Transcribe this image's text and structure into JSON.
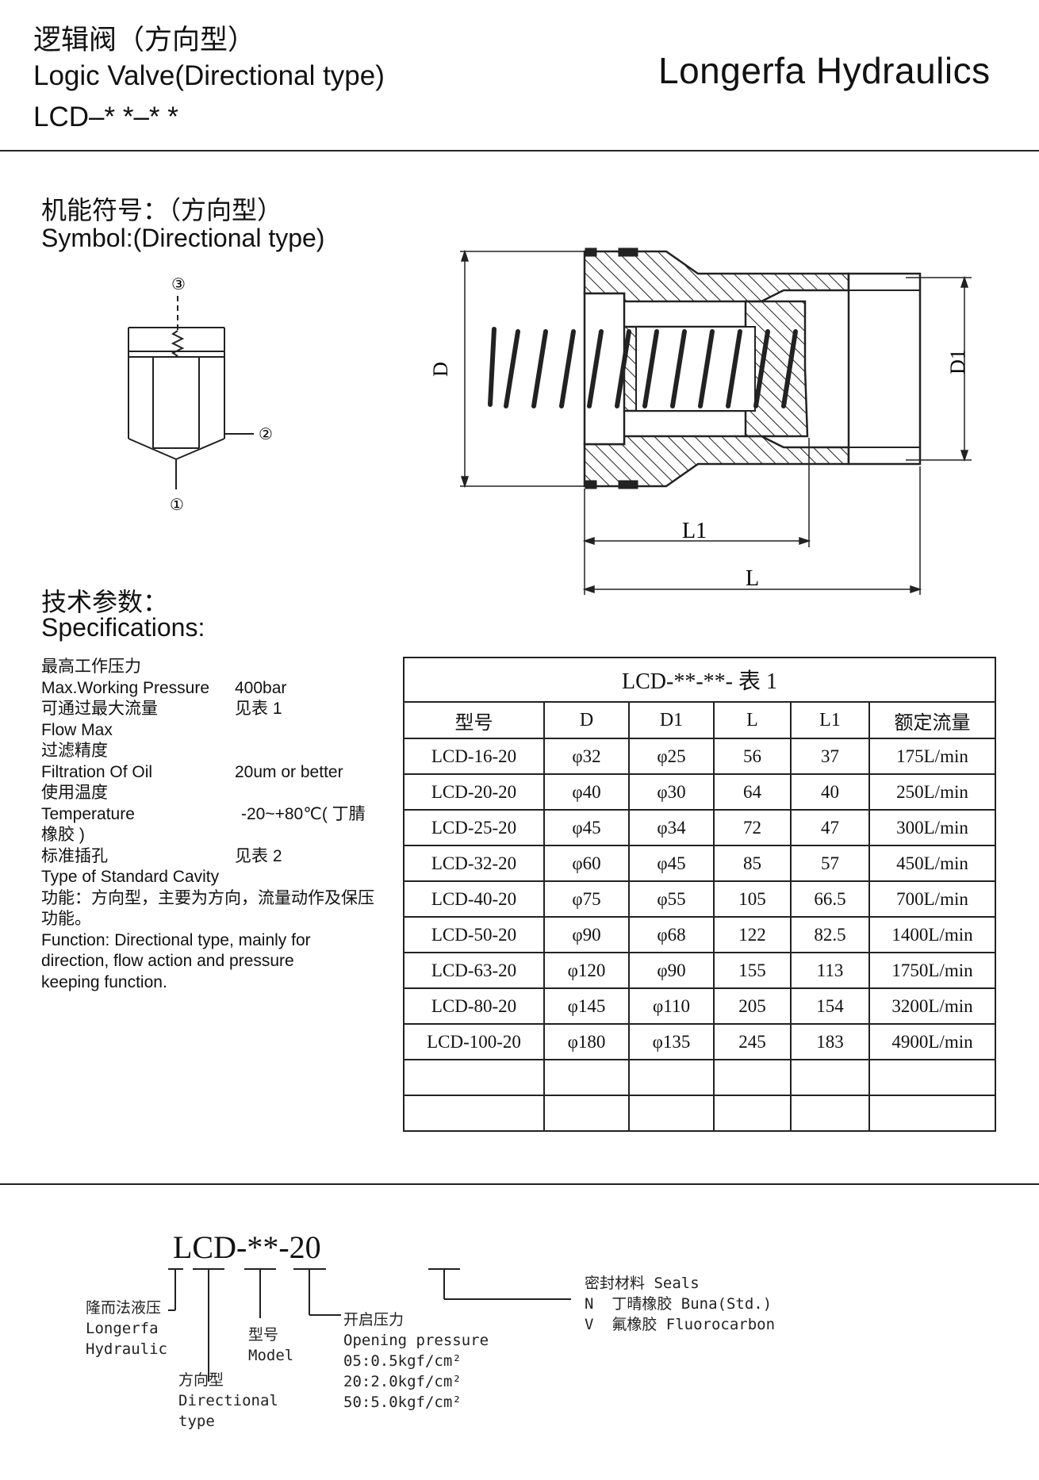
{
  "header": {
    "title_cn": "逻辑阀（方向型）",
    "title_en": "Logic Valve(Directional type)",
    "model_code": "LCD–* *–* *",
    "brand": "Longerfa Hydraulics"
  },
  "symbol_section": {
    "heading_cn": "机能符号：（方向型）",
    "heading_en": "Symbol:(Directional type)",
    "port_labels": [
      "③",
      "②",
      "①"
    ]
  },
  "drawing": {
    "dimension_labels": {
      "D": "D",
      "D1": "D1",
      "L1": "L1",
      "L": "L"
    }
  },
  "specs_section": {
    "heading_cn": "技术参数：",
    "heading_en": "Specifications:",
    "items": [
      {
        "label_cn": "最高工作压力",
        "label_en": "Max.Working Pressure",
        "value": "400bar"
      },
      {
        "label_cn": "可通过最大流量",
        "label_en": "Flow Max",
        "value": "见表 1"
      },
      {
        "label_cn": "过滤精度",
        "label_en": "Filtration Of Oil",
        "value": "20um or better"
      },
      {
        "label_cn": "使用温度",
        "label_en": "Temperature",
        "value": "-20~+80℃( 丁腈",
        "value_cont": "橡胶 )"
      },
      {
        "label_cn": "标准插孔",
        "label_en": "Type of Standard Cavity",
        "value": "见表 2"
      }
    ],
    "function_cn": "功能：方向型，主要为方向，流量动作及保压功能。",
    "function_en": "Function: Directional type, mainly for direction, flow action and pressure keeping function."
  },
  "table": {
    "caption": "LCD-**-**- 表 1",
    "columns": [
      "型号",
      "D",
      "D1",
      "L",
      "L1",
      "额定流量"
    ],
    "rows": [
      [
        "LCD-16-20",
        "φ32",
        "φ25",
        "56",
        "37",
        "175L/min"
      ],
      [
        "LCD-20-20",
        "φ40",
        "φ30",
        "64",
        "40",
        "250L/min"
      ],
      [
        "LCD-25-20",
        "φ45",
        "φ34",
        "72",
        "47",
        "300L/min"
      ],
      [
        "LCD-32-20",
        "φ60",
        "φ45",
        "85",
        "57",
        "450L/min"
      ],
      [
        "LCD-40-20",
        "φ75",
        "φ55",
        "105",
        "66.5",
        "700L/min"
      ],
      [
        "LCD-50-20",
        "φ90",
        "φ68",
        "122",
        "82.5",
        "1400L/min"
      ],
      [
        "LCD-63-20",
        "φ120",
        "φ90",
        "155",
        "113",
        "1750L/min"
      ],
      [
        "LCD-80-20",
        "φ145",
        "φ110",
        "205",
        "154",
        "3200L/min"
      ],
      [
        "LCD-100-20",
        "φ180",
        "φ135",
        "245",
        "183",
        "4900L/min"
      ]
    ],
    "blank_rows": 2
  },
  "ordering": {
    "code": "LCD-**-20",
    "longerfa_cn": "隆而法液压",
    "longerfa_en1": "Longerfa",
    "longerfa_en2": "Hydraulic",
    "directional_cn": "方向型",
    "directional_en1": "Directional",
    "directional_en2": "type",
    "model_cn": "型号",
    "model_en": "Model",
    "pressure_cn": "开启压力",
    "pressure_en": "Opening pressure",
    "pressure_options": [
      "05:0.5kgf/cm²",
      "20:2.0kgf/cm²",
      "50:5.0kgf/cm²"
    ],
    "seals_title": "密封材料 Seals",
    "seal_options": [
      "N  丁晴橡胶 Buna(Std.)",
      "V  氟橡胶 Fluorocarbon"
    ]
  }
}
